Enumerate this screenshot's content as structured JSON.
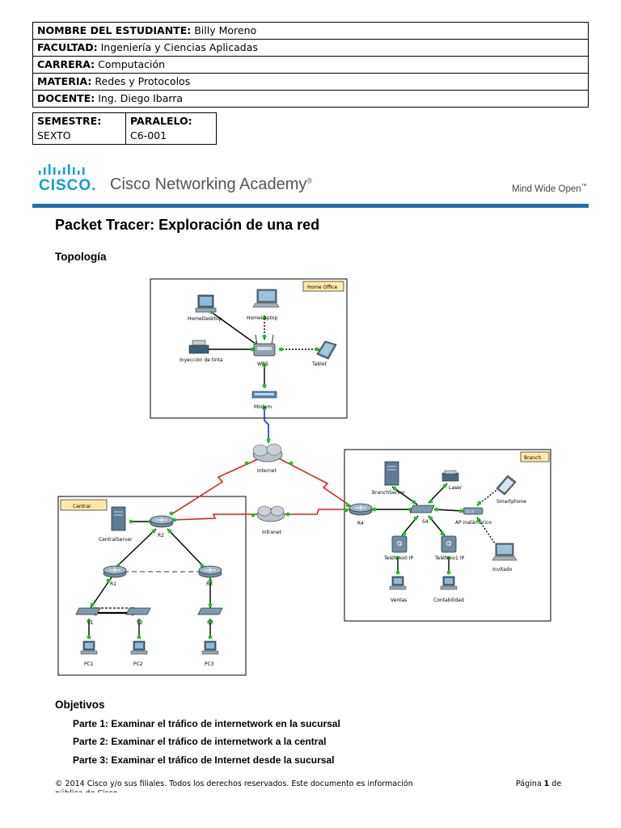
{
  "student_info": {
    "rows": [
      {
        "label": "NOMBRE DEL ESTUDIANTE:",
        "value": "Billy Moreno"
      },
      {
        "label": "FACULTAD:",
        "value": "Ingeniería y Ciencias Aplicadas"
      },
      {
        "label": "CARRERA:",
        "value": "Computación"
      },
      {
        "label": "MATERIA:",
        "value": "Redes y Protocolos"
      },
      {
        "label": "DOCENTE:",
        "value": "Ing. Diego Ibarra"
      }
    ],
    "semestre_label": "SEMESTRE:",
    "semestre_value": "SEXTO",
    "paralelo_label": "PARALELO:",
    "paralelo_value": "C6-001"
  },
  "header": {
    "brand": "CISCO.",
    "academy": "Cisco Networking Academy",
    "academy_mark": "®",
    "tagline": "Mind Wide Open",
    "tagline_mark": "™",
    "brand_color": "#049fd9",
    "rule_color": "#1f6fb4"
  },
  "document": {
    "title": "Packet Tracer: Exploración de una red",
    "topology_heading": "Topología",
    "objectives_heading": "Objetivos",
    "objectives": [
      "Parte 1: Examinar el tráfico de internetwork en la sucursal",
      "Parte 2: Examinar el tráfico de internetwork a la central",
      "Parte 3: Examinar el tráfico de Internet desde la sucursal"
    ]
  },
  "topology": {
    "areas": {
      "home": "Home Office",
      "branch": "Branch",
      "central": "Central"
    },
    "devices": {
      "home_desktop": "HomeDesktop",
      "home_laptop": "HomeLaptop",
      "inkjet": "Inyección de tinta",
      "wrs": "WRS",
      "tablet": "Tablet",
      "modem": "Módem",
      "internet": "Internet",
      "intranet": "Intranet",
      "central_server": "CentralServer",
      "r1": "R1",
      "r2": "R2",
      "r3": "R3",
      "s1": "S1",
      "s2": "S2",
      "s3": "S3",
      "pc1": "PC1",
      "pc2": "PC2",
      "pc3": "PC3",
      "r4": "R4",
      "s4": "S4",
      "branch_server": "BranchServer",
      "laser": "Laser",
      "smartphone": "Smartphone",
      "ap": "AP inalámbrico",
      "invitado": "Invitado",
      "phone0": "Teléfono0 IP",
      "phone1": "Teléfono1 IP",
      "ventas": "Ventas",
      "contabilidad": "Contabilidad"
    },
    "colors": {
      "serial": "#e0201b",
      "ethernet": "#000000",
      "coax": "#1a2fd6",
      "link_up": "#1cc41c",
      "area_label_bg": "#ffe9a8"
    }
  },
  "footer": {
    "copyright": "© 2014 Cisco y/o sus filiales. Todos los derechos reservados. Este documento es información",
    "copyright_cut": "pública de Cisco.",
    "page_prefix": "Página ",
    "page_num": "1",
    "page_suffix": " de"
  }
}
